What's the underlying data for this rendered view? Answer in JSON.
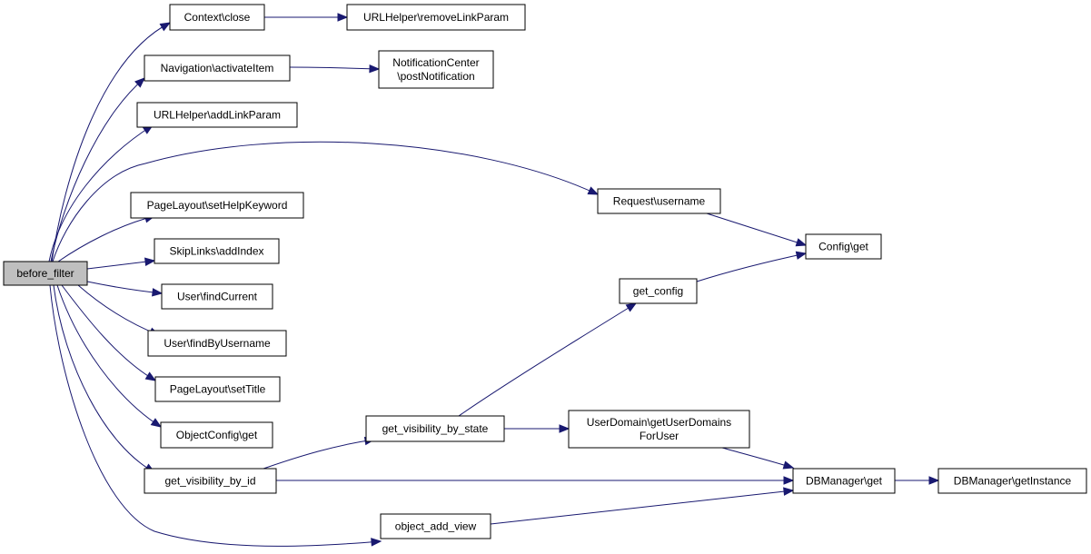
{
  "diagram": {
    "edge_color": "#191970",
    "root_fill": "#bfbfbf",
    "nodes": [
      {
        "id": "before_filter",
        "lines": [
          "before_filter"
        ],
        "root": true
      },
      {
        "id": "context_close",
        "lines": [
          "Context\\close"
        ]
      },
      {
        "id": "urlhelper_removelinkparam",
        "lines": [
          "URLHelper\\removeLinkParam"
        ]
      },
      {
        "id": "navigation_activateitem",
        "lines": [
          "Navigation\\activateItem"
        ]
      },
      {
        "id": "notificationcenter_postnotification",
        "lines": [
          "NotificationCenter",
          "\\postNotification"
        ]
      },
      {
        "id": "urlhelper_addlinkparam",
        "lines": [
          "URLHelper\\addLinkParam"
        ]
      },
      {
        "id": "request_username",
        "lines": [
          "Request\\username"
        ]
      },
      {
        "id": "pagelayout_sethelpkeyword",
        "lines": [
          "PageLayout\\setHelpKeyword"
        ]
      },
      {
        "id": "config_get",
        "lines": [
          "Config\\get"
        ]
      },
      {
        "id": "skiplinks_addindex",
        "lines": [
          "SkipLinks\\addIndex"
        ]
      },
      {
        "id": "user_findcurrent",
        "lines": [
          "User\\findCurrent"
        ]
      },
      {
        "id": "get_config",
        "lines": [
          "get_config"
        ]
      },
      {
        "id": "user_findbyusername",
        "lines": [
          "User\\findByUsername"
        ]
      },
      {
        "id": "pagelayout_settitle",
        "lines": [
          "PageLayout\\setTitle"
        ]
      },
      {
        "id": "get_visibility_by_state",
        "lines": [
          "get_visibility_by_state"
        ]
      },
      {
        "id": "userdomain_getuserdomainsforuser",
        "lines": [
          "UserDomain\\getUserDomains",
          "ForUser"
        ]
      },
      {
        "id": "objectconfig_get",
        "lines": [
          "ObjectConfig\\get"
        ]
      },
      {
        "id": "get_visibility_by_id",
        "lines": [
          "get_visibility_by_id"
        ]
      },
      {
        "id": "dbmanager_get",
        "lines": [
          "DBManager\\get"
        ]
      },
      {
        "id": "dbmanager_getinstance",
        "lines": [
          "DBManager\\getInstance"
        ]
      },
      {
        "id": "object_add_view",
        "lines": [
          "object_add_view"
        ]
      }
    ],
    "edges": [
      {
        "from": "before_filter",
        "to": "context_close"
      },
      {
        "from": "before_filter",
        "to": "navigation_activateitem"
      },
      {
        "from": "before_filter",
        "to": "urlhelper_addlinkparam"
      },
      {
        "from": "before_filter",
        "to": "request_username"
      },
      {
        "from": "before_filter",
        "to": "pagelayout_sethelpkeyword"
      },
      {
        "from": "before_filter",
        "to": "skiplinks_addindex"
      },
      {
        "from": "before_filter",
        "to": "user_findcurrent"
      },
      {
        "from": "before_filter",
        "to": "user_findbyusername"
      },
      {
        "from": "before_filter",
        "to": "pagelayout_settitle"
      },
      {
        "from": "before_filter",
        "to": "objectconfig_get"
      },
      {
        "from": "before_filter",
        "to": "get_visibility_by_id"
      },
      {
        "from": "before_filter",
        "to": "object_add_view"
      },
      {
        "from": "context_close",
        "to": "urlhelper_removelinkparam"
      },
      {
        "from": "navigation_activateitem",
        "to": "notificationcenter_postnotification"
      },
      {
        "from": "request_username",
        "to": "config_get"
      },
      {
        "from": "get_config",
        "to": "config_get"
      },
      {
        "from": "get_visibility_by_state",
        "to": "get_config"
      },
      {
        "from": "get_visibility_by_state",
        "to": "userdomain_getuserdomainsforuser"
      },
      {
        "from": "get_visibility_by_id",
        "to": "get_visibility_by_state"
      },
      {
        "from": "get_visibility_by_id",
        "to": "dbmanager_get"
      },
      {
        "from": "userdomain_getuserdomainsforuser",
        "to": "dbmanager_get"
      },
      {
        "from": "object_add_view",
        "to": "dbmanager_get"
      },
      {
        "from": "dbmanager_get",
        "to": "dbmanager_getinstance"
      }
    ]
  }
}
